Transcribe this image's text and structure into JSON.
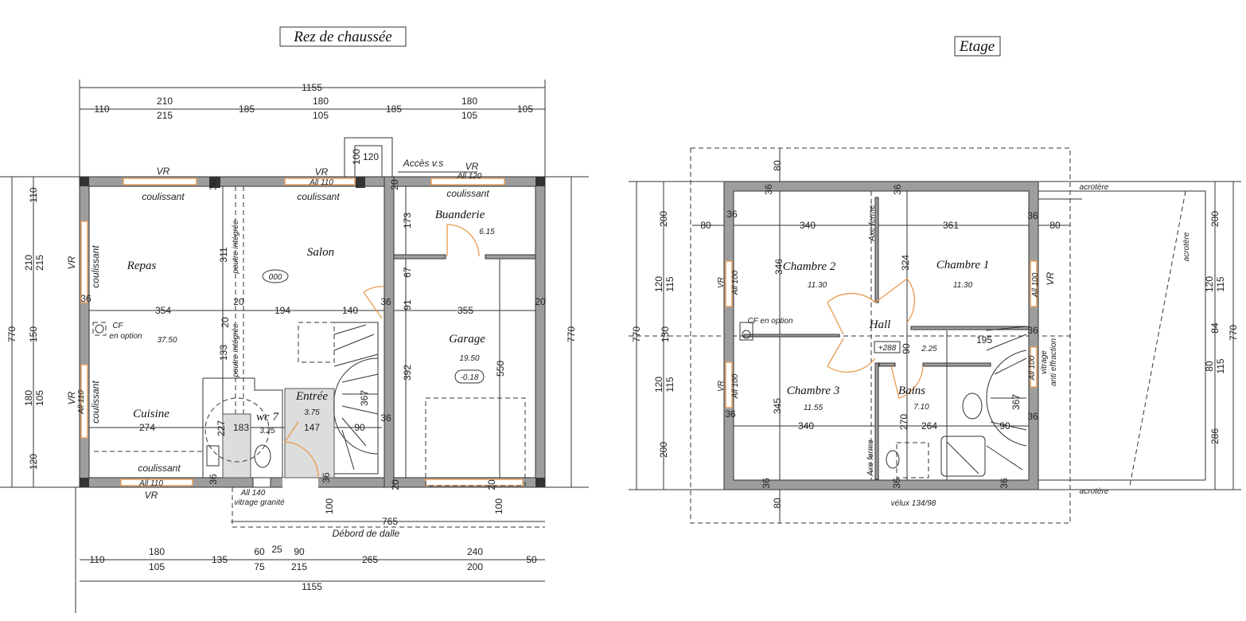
{
  "ground_floor": {
    "title": "Rez de chaussée",
    "labels": {
      "vr_top_left": "VR",
      "vr_top_mid": "VR",
      "all_110_top": "All 110",
      "coulissant_1": "coulissant",
      "coulissant_2": "coulissant",
      "vr_top_right": "VR",
      "all_120": "All 120",
      "coulissant_3": "coulissant",
      "acces": "Accès v.s",
      "vr_left": "VR",
      "coulissant_left": "coulissant",
      "repas": "Repas",
      "salon": "Salon",
      "level_salon": "000",
      "buanderie": "Buanderie",
      "buanderie_area": "6.15",
      "garage": "Garage",
      "garage_area": "19.50",
      "garage_level": "-0.18",
      "cf": "CF",
      "en_option": "en option",
      "living_area": "37.50",
      "poutre_1": "poutre intégrée",
      "poutre_2": "poutre intégrée",
      "cuisine": "Cuisine",
      "vr_left_2": "VR",
      "all_110_left": "All 110",
      "coulissant_left_2": "coulissant",
      "entree": "Entrée",
      "entree_area": "3.75",
      "wc": "wc 7",
      "wc_area": "3.25",
      "coulissant_bottom": "coulissant",
      "all_110_bottom": "All 110",
      "vr_bottom": "VR",
      "all_140": "All 140",
      "vitrage_granite": "vitrage granité",
      "debord": "Débord de dalle"
    },
    "dims": [
      "1155",
      "110",
      "210",
      "215",
      "185",
      "180",
      "105",
      "185",
      "180",
      "105",
      "105",
      "120",
      "100",
      "354",
      "194",
      "140",
      "36",
      "355",
      "20",
      "36",
      "274",
      "183",
      "147",
      "90",
      "36",
      "311",
      "133",
      "227",
      "367",
      "173",
      "67",
      "91",
      "392",
      "550",
      "36",
      "36",
      "20",
      "20",
      "100",
      "100",
      "765",
      "20",
      "20",
      "770",
      "110",
      "210",
      "215",
      "150",
      "180",
      "105",
      "120",
      "770",
      "110",
      "180",
      "105",
      "135",
      "60",
      "75",
      "25",
      "90",
      "215",
      "265",
      "240",
      "200",
      "50",
      "1155",
      "36",
      "20"
    ]
  },
  "upper_floor": {
    "title": "Etage",
    "labels": {
      "chambre_2": "Chambre 2",
      "chambre_2_area": "11.30",
      "chambre_1": "Chambre 1",
      "chambre_1_area": "11.30",
      "cf_option": "CF en option",
      "hall": "Hall",
      "level_hall": "+288",
      "hall_area": "2.25",
      "chambre_3": "Chambre 3",
      "chambre_3_area": "11.55",
      "bains": "Bains",
      "bains_area": "7.10",
      "velux": "vélux 134/98",
      "vr_left_1": "VR",
      "all_100_left_1": "All 100",
      "vr_left_2": "VR",
      "all_100_left_2": "All 100",
      "vr_right": "VR",
      "all_100_right_1": "All 100",
      "all_100_right_2": "All 100",
      "vitrage": "vitrage",
      "anti_effraction": "anti effraction",
      "axe_ferme_1": "Axe ferme",
      "axe_ferme_2": "Axe ferme",
      "acrotere_top": "acrotère",
      "acrotere_bottom": "acrotère",
      "acrotere_right": "acrotère"
    },
    "dims": [
      "340",
      "361",
      "80",
      "80",
      "36",
      "36",
      "36",
      "36",
      "346",
      "324",
      "195",
      "90",
      "345",
      "340",
      "264",
      "270",
      "90",
      "367",
      "36",
      "36",
      "36",
      "36",
      "36",
      "36",
      "80",
      "80",
      "770",
      "200",
      "120",
      "115",
      "130",
      "120",
      "115",
      "200",
      "200",
      "120",
      "115",
      "84",
      "80",
      "115",
      "286",
      "770"
    ]
  }
}
